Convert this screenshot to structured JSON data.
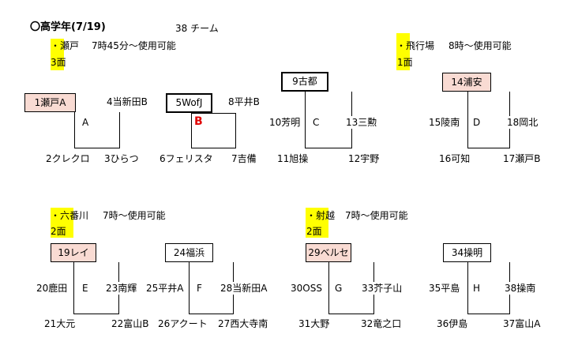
{
  "header": {
    "title": "〇高学年(7/19)",
    "teams": "38 チーム"
  },
  "venues": {
    "seto": {
      "name": "・瀬戸",
      "time": "7時45分～使用可能",
      "courts": "3面"
    },
    "hikoujou": {
      "name": "・飛行場",
      "time": "8時～使用可能",
      "courts": "1面"
    },
    "rokubangawa": {
      "name": "・六番川",
      "time": "7時～使用可能",
      "courts": "2面"
    },
    "ikoshi": {
      "name": "・射越",
      "time": "7時～使用可能",
      "courts": "2面"
    }
  },
  "groups": {
    "A": {
      "letter": "A",
      "seed": "1瀬戸A",
      "tr": "4当新田B",
      "bl": "2クレクロ",
      "br": "3ひらつ"
    },
    "B": {
      "letter": "B",
      "seed": "5WofJ",
      "tr": "8平井B",
      "bl": "6フェリスタ",
      "br": "7吉備"
    },
    "C": {
      "letter": "C",
      "seed": "9古都",
      "tl": "10芳明",
      "tr": "13三勲",
      "bl": "11旭操",
      "br": "12宇野"
    },
    "D": {
      "letter": "D",
      "seed": "14浦安",
      "tl": "15陵南",
      "tr": "18岡北",
      "bl": "16可知",
      "br": "17瀬戸B"
    },
    "E": {
      "letter": "E",
      "seed": "19レイ",
      "tl": "20鹿田",
      "tr": "23南輝",
      "bl": "21大元",
      "br": "22富山B"
    },
    "F": {
      "letter": "F",
      "seed": "24福浜",
      "tl": "25平井A",
      "tr": "28当新田A",
      "bl": "26アクート",
      "br": "27西大寺南"
    },
    "G": {
      "letter": "G",
      "seed": "29ベルセ",
      "tl": "30OSS",
      "tr": "33芥子山",
      "bl": "31大野",
      "br": "32竜之口"
    },
    "H": {
      "letter": "H",
      "seed": "34操明",
      "tl": "35平島",
      "tr": "38操南",
      "bl": "36伊島",
      "br": "37富山A"
    }
  }
}
